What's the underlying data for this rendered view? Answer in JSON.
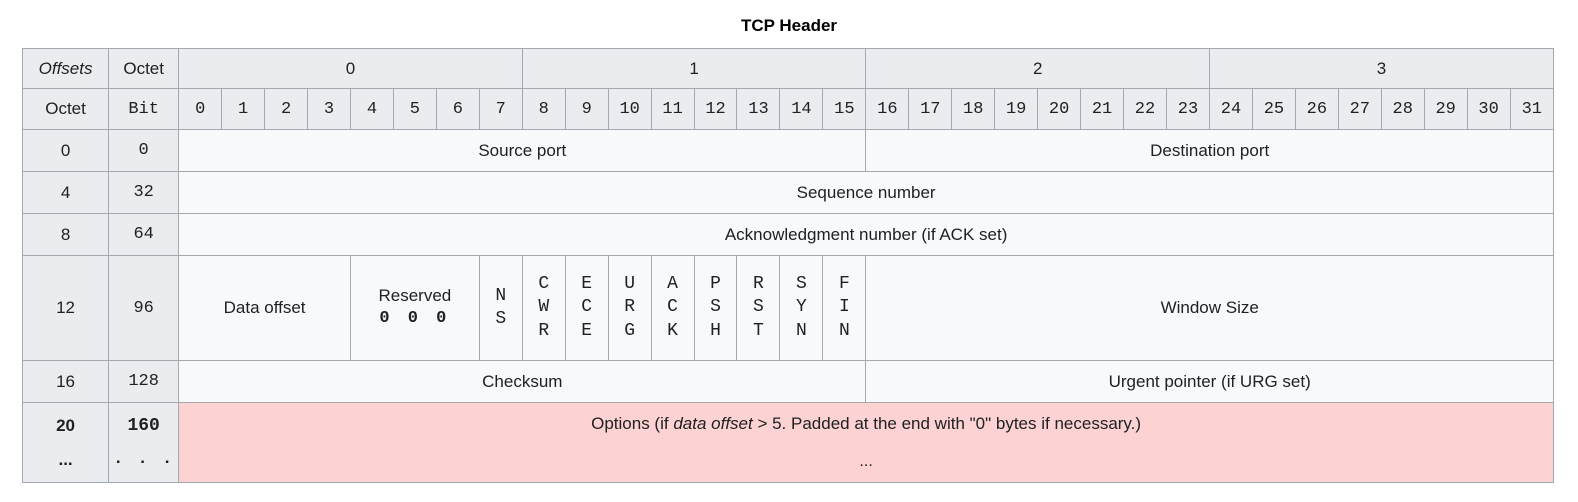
{
  "title": "TCP Header",
  "header": {
    "offsets_label": "Offsets",
    "octet_top_label": "Octet",
    "octet_left_label": "Octet",
    "bit_label": "Bit",
    "octet_groups": [
      "0",
      "1",
      "2",
      "3"
    ],
    "bit_numbers": [
      "0",
      "1",
      "2",
      "3",
      "4",
      "5",
      "6",
      "7",
      "8",
      "9",
      "10",
      "11",
      "12",
      "13",
      "14",
      "15",
      "16",
      "17",
      "18",
      "19",
      "20",
      "21",
      "22",
      "23",
      "24",
      "25",
      "26",
      "27",
      "28",
      "29",
      "30",
      "31"
    ]
  },
  "rows": [
    {
      "octet": "0",
      "bit": "0",
      "fields": [
        {
          "label": "Source port",
          "bits": 16
        },
        {
          "label": "Destination port",
          "bits": 16
        }
      ]
    },
    {
      "octet": "4",
      "bit": "32",
      "fields": [
        {
          "label": "Sequence number",
          "bits": 32
        }
      ]
    },
    {
      "octet": "8",
      "bit": "64",
      "fields": [
        {
          "label": "Acknowledgment number (if ACK set)",
          "bits": 32
        }
      ]
    },
    {
      "octet": "12",
      "bit": "96",
      "fields": [
        {
          "label": "Data offset",
          "bits": 4
        },
        {
          "label": "Reserved",
          "zeros": "0 0 0",
          "bits": 3
        },
        {
          "label": "NS",
          "bits": 1,
          "flag": true
        },
        {
          "label": "CWR",
          "bits": 1,
          "flag": true
        },
        {
          "label": "ECE",
          "bits": 1,
          "flag": true
        },
        {
          "label": "URG",
          "bits": 1,
          "flag": true
        },
        {
          "label": "ACK",
          "bits": 1,
          "flag": true
        },
        {
          "label": "PSH",
          "bits": 1,
          "flag": true
        },
        {
          "label": "RST",
          "bits": 1,
          "flag": true
        },
        {
          "label": "SYN",
          "bits": 1,
          "flag": true
        },
        {
          "label": "FIN",
          "bits": 1,
          "flag": true
        },
        {
          "label": "Window Size",
          "bits": 16
        }
      ]
    },
    {
      "octet": "16",
      "bit": "128",
      "fields": [
        {
          "label": "Checksum",
          "bits": 16
        },
        {
          "label": "Urgent pointer (if URG set)",
          "bits": 16
        }
      ]
    },
    {
      "octet": "20",
      "octet_cont": "...",
      "bit": "160",
      "bit_cont": ". . .",
      "fields": [
        {
          "label_pre": "Options (if ",
          "label_italic": "data offset",
          "label_post": " > 5. Padded at the end with \"0\" bytes if necessary.)",
          "continuation": "...",
          "bits": 32,
          "highlight": true
        }
      ]
    }
  ],
  "colors": {
    "header_bg": "#eaecf0",
    "cell_bg": "#f8f9fa",
    "border": "#a2a9b1",
    "link_blue": "#0645ad",
    "options_highlight": "#fcd2d2"
  }
}
